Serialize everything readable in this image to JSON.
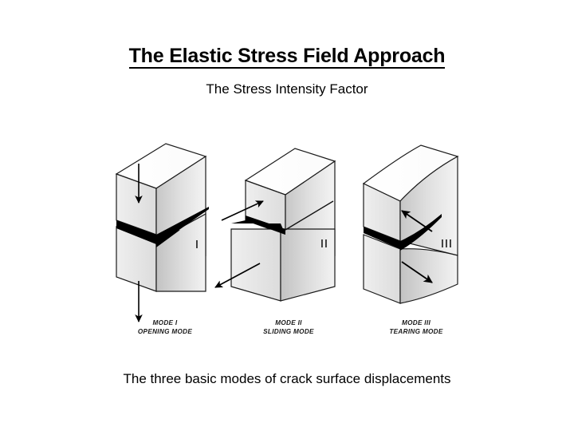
{
  "slide": {
    "title": "The Elastic Stress Field Approach",
    "subtitle": "The Stress Intensity Factor",
    "caption": "The three basic modes of crack surface displacements",
    "background_color": "#ffffff",
    "text_color": "#000000"
  },
  "figure": {
    "name": "three-modes-of-crack-surface-displacement-diagram",
    "line_color": "#000000",
    "crack_fill": "#000000",
    "face_gradient": {
      "from": "#c9c9c9",
      "to": "#f2f2f2"
    },
    "top_face_color": "#fdfdfd",
    "side_face_color": "#e3e3e3",
    "modes": [
      {
        "id": "mode-i",
        "marker": "I",
        "label_line1": "MODE I",
        "label_line2": "OPENING MODE",
        "description": "opening mode, tensile arrows up and down"
      },
      {
        "id": "mode-ii",
        "marker": "II",
        "label_line1": "MODE II",
        "label_line2": "SLIDING MODE",
        "description": "in-plane shear, arrows up-right and down-left"
      },
      {
        "id": "mode-iii",
        "marker": "III",
        "label_line1": "MODE III",
        "label_line2": "TEARING MODE",
        "description": "out-of-plane shear, arrows up-left and down-right"
      }
    ]
  }
}
